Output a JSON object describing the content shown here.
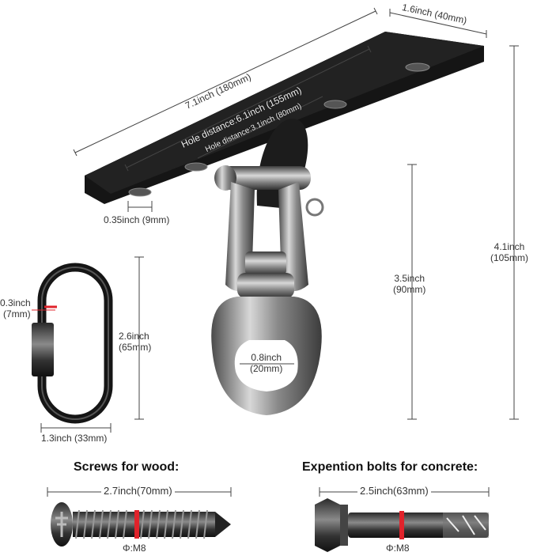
{
  "plate": {
    "width_label": "1.6inch (40mm)",
    "length_label": "7.1inch (180mm)",
    "hole_distance_long": "Hole distance:6.1inch (155mm)",
    "hole_distance_short": "Hole distance:3.1inch (80mm)",
    "hole_diameter": "0.35inch (9mm)"
  },
  "hook": {
    "total_height": [
      "4.1inch",
      "(105mm)"
    ],
    "swivel_height": [
      "3.5inch",
      "(90mm)"
    ],
    "ring_inner": [
      "0.8inch",
      "(20mm)"
    ]
  },
  "carabiner": {
    "wire": [
      "0.3inch",
      "(7mm)"
    ],
    "height": [
      "2.6inch",
      "(65mm)"
    ],
    "width": "1.3inch (33mm)"
  },
  "screw": {
    "title": "Screws for wood:",
    "length": "2.7inch(70mm)",
    "thread": "Φ:M8"
  },
  "bolt": {
    "title": "Expention bolts for concrete:",
    "length": "2.5inch(63mm)",
    "thread": "Φ:M8"
  },
  "colors": {
    "steel": "#9a9a9a",
    "black": "#111111",
    "accent": "#e0232b"
  }
}
